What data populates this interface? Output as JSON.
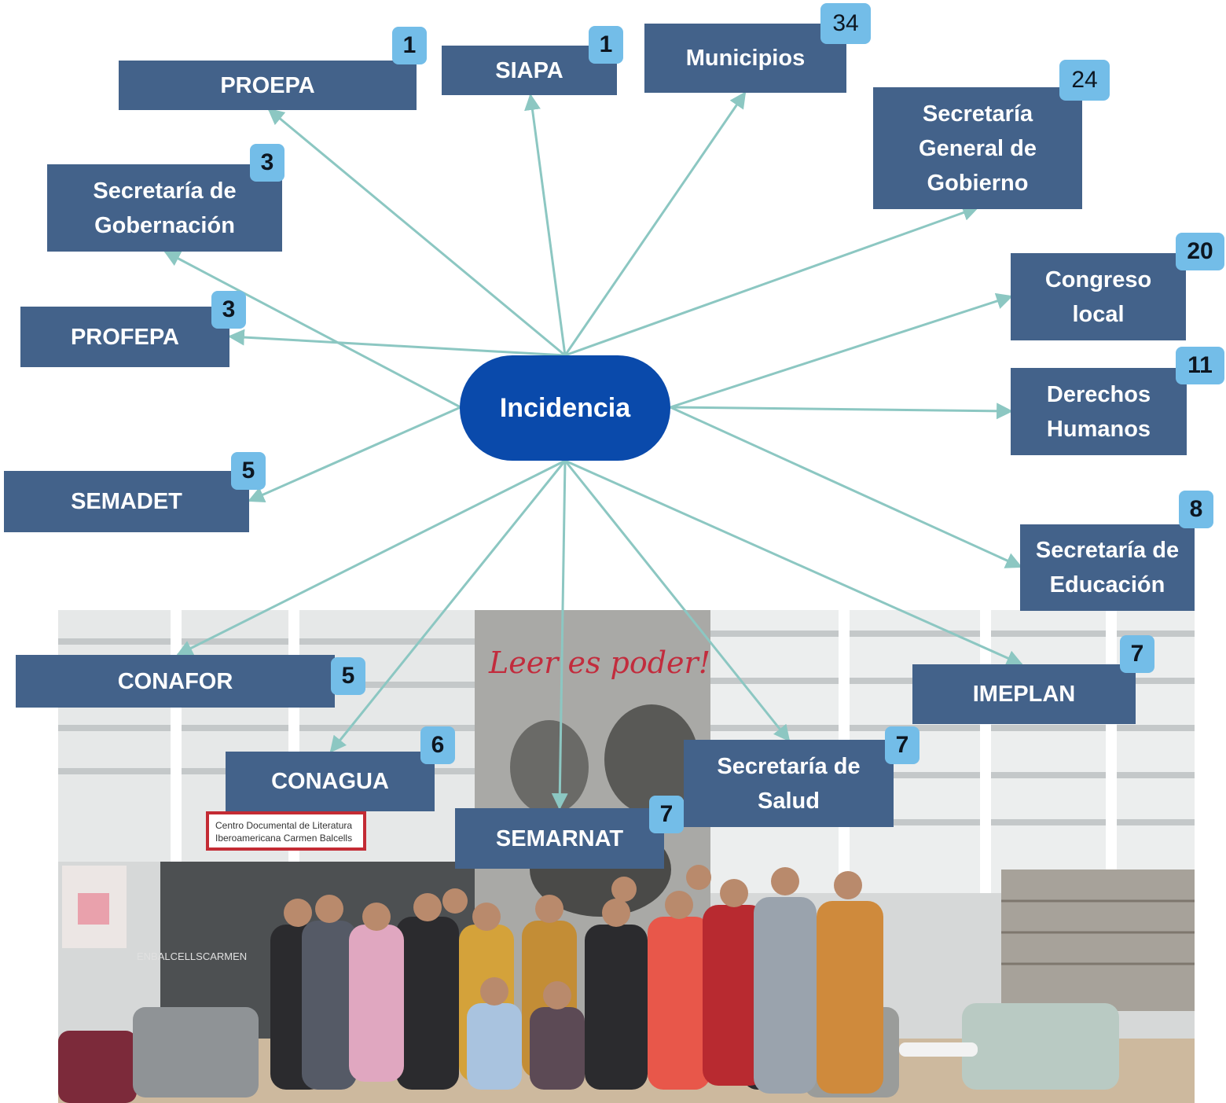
{
  "center": {
    "label": "Incidencia"
  },
  "nodes": [
    {
      "id": "proepa",
      "label": "PROEPA",
      "count": "1"
    },
    {
      "id": "siapa",
      "label": "SIAPA",
      "count": "1"
    },
    {
      "id": "municipios",
      "label": "Municipios",
      "count": "34"
    },
    {
      "id": "sgg",
      "label": "Secretaría\nGeneral de\nGobierno",
      "count": "24"
    },
    {
      "id": "gobernacion",
      "label": "Secretaría de\nGobernación",
      "count": "3"
    },
    {
      "id": "profepa",
      "label": "PROFEPA",
      "count": "3"
    },
    {
      "id": "congreso",
      "label": "Congreso\nlocal",
      "count": "20"
    },
    {
      "id": "ddhh",
      "label": "Derechos\nHumanos",
      "count": "11"
    },
    {
      "id": "semadet",
      "label": "SEMADET",
      "count": "5"
    },
    {
      "id": "educacion",
      "label": "Secretaría de\nEducación",
      "count": "8"
    },
    {
      "id": "conafor",
      "label": "CONAFOR",
      "count": "5"
    },
    {
      "id": "imeplan",
      "label": "IMEPLAN",
      "count": "7"
    },
    {
      "id": "conagua",
      "label": "CONAGUA",
      "count": "6"
    },
    {
      "id": "salud",
      "label": "Secretaría de\nSalud",
      "count": "7"
    },
    {
      "id": "semarnat",
      "label": "SEMARNAT",
      "count": "7"
    }
  ],
  "photo": {
    "mural_text": "Leer es poder!",
    "sign_line1": "Centro Documental de Literatura",
    "sign_line2": "Iberoamericana Carmen Balcells",
    "glass_text": "ENBALCELLSCARMEN"
  },
  "colors": {
    "node": "#43628a",
    "badge": "#73bde8",
    "center": "#0a4aab",
    "arrow": "#8cc7c2"
  }
}
